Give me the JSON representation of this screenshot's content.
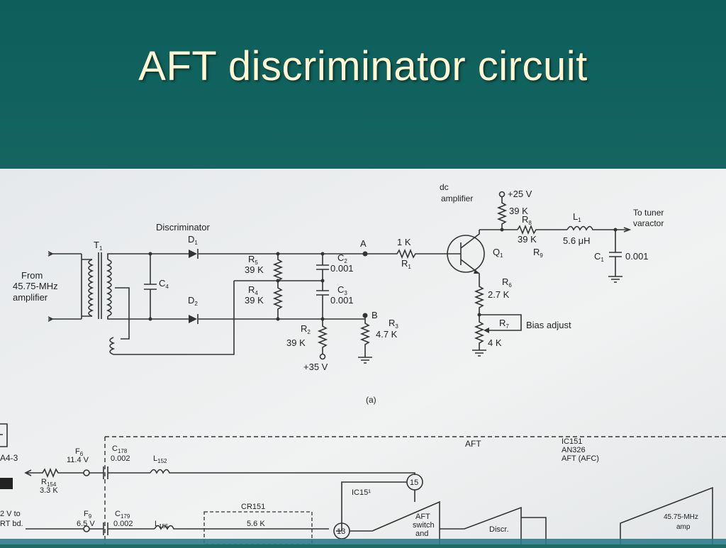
{
  "slide": {
    "title": "AFT discriminator circuit",
    "background": "#1b6b67",
    "title_color": "#fff8d2"
  },
  "upper": {
    "transformer": "T",
    "transformer_sub": "1",
    "from_line1": "From",
    "from_line2": "45.75-MHz",
    "from_line3": "amplifier",
    "discriminator": "Discriminator",
    "d1": "D",
    "d1_sub": "1",
    "d2": "D",
    "d2_sub": "2",
    "c4": "C",
    "c4_sub": "4",
    "r5": "R",
    "r5_sub": "5",
    "r5_val": "39 K",
    "r4": "R",
    "r4_sub": "4",
    "r4_val": "39 K",
    "c2": "C",
    "c2_sub": "2",
    "c2_val": "0.001",
    "c3": "C",
    "c3_sub": "3",
    "c3_val": "0.001",
    "r2": "R",
    "r2_sub": "2",
    "r2_val": "39 K",
    "r3": "R",
    "r3_sub": "3",
    "r3_val": "4.7 K",
    "point_a": "A",
    "point_b": "B",
    "supply35": "+35 V",
    "r1_val": "1 K",
    "r1": "R",
    "r1_sub": "1",
    "dc_amp1": "dc",
    "dc_amp2": "amplifier",
    "supply25": "+25 V",
    "r8_val_top": "39 K",
    "r8": "R",
    "r8_sub": "8",
    "r8_val": "39 K",
    "q1": "Q",
    "q1_sub": "1",
    "r9": "R",
    "r9_sub": "9",
    "l1": "L",
    "l1_sub": "1",
    "l1_val": "5.6 μH",
    "c1": "C",
    "c1_sub": "1",
    "c1_val": "0.001",
    "to_tuner1": "To tuner",
    "to_tuner2": "varactor",
    "r6": "R",
    "r6_sub": "6",
    "r6_val": "2.7 K",
    "r7": "R",
    "r7_sub": "7",
    "bias": "Bias adjust",
    "r7_val": "4 K",
    "caption": "(a)"
  },
  "lower": {
    "aft": "AFT",
    "ic151_a": "IC151",
    "ic151_b": "AN326",
    "ic151_c": "AFT (AFC)",
    "a43": "A4-3",
    "f6": "F",
    "f6_sub": "6",
    "f6_v": "11.4 V",
    "c178": "C",
    "c178_sub": "178",
    "c178_v": "0.002",
    "l152": "L",
    "l152_sub": "152",
    "r154": "R",
    "r154_sub": "154",
    "r154_v": "3.3 K",
    "pin15": "15",
    "ic15_label": "IC15¹",
    "v_to": "2 V to",
    "rt_bd": "RT bd.",
    "f9": "F",
    "f9_sub": "9",
    "f9_v": "6.5 V",
    "c179": "C",
    "c179_sub": "179",
    "c179_v": "0.002",
    "l155": "L",
    "l155_sub": "155",
    "cr151": "CR151",
    "r56k": "5.6 K",
    "pin13": "13",
    "aft_sw1": "AFT",
    "aft_sw2": "switch",
    "aft_sw3": "and",
    "discr": "Discr.",
    "amp1": "45.75-MHz",
    "amp2": "amp"
  }
}
